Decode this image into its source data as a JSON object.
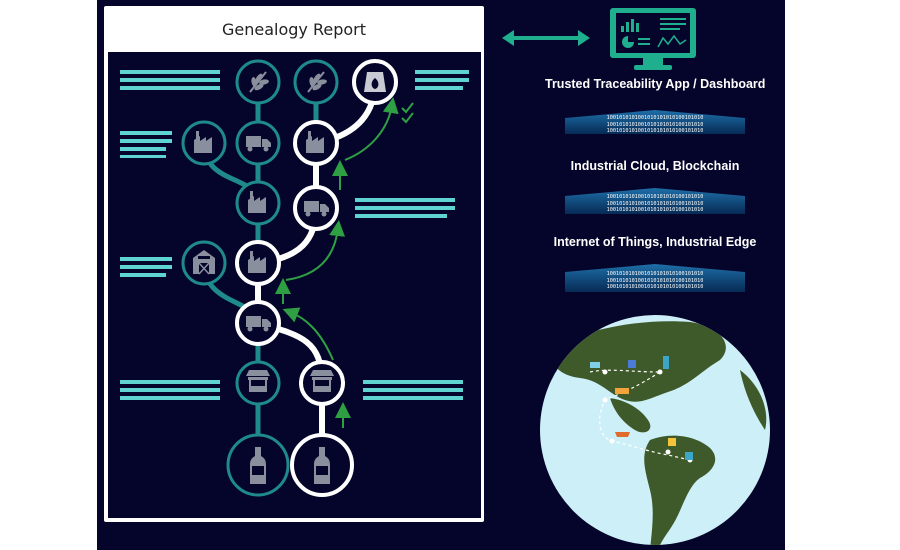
{
  "report": {
    "title": "Genealogy Report"
  },
  "layers": [
    {
      "label": "Trusted Traceability App / Dashboard"
    },
    {
      "label": "Industrial Cloud, Blockchain"
    },
    {
      "label": "Internet of Things, Industrial Edge"
    }
  ],
  "binary": "1001010101001010101010100101010",
  "colors": {
    "background": "#05052b",
    "teal": "#1f8a8a",
    "highlight": "#ffffff",
    "arrow": "#2ea043",
    "accent": "#5fd3cf"
  },
  "icons": [
    "wheat-icon",
    "factory-icon",
    "truck-icon",
    "barn-icon",
    "market-stall-icon",
    "bottle-icon",
    "seed-bag-icon",
    "monitor-icon",
    "globe-icon",
    "checkmark-icon"
  ]
}
